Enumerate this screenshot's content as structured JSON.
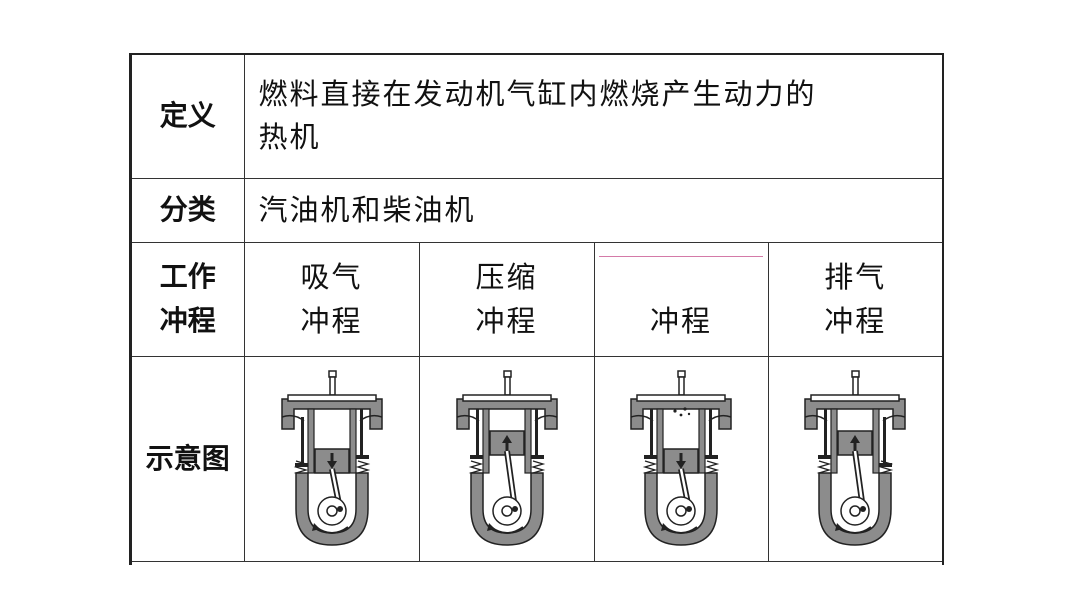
{
  "table": {
    "definition": {
      "header": "定义",
      "line1": "燃料直接在发动机气缸内燃烧产生动力的",
      "line2": "热机"
    },
    "classification": {
      "header": "分类",
      "text": "汽油机和柴油机"
    },
    "strokes": {
      "header_line1": "工作",
      "header_line2": "冲程",
      "items": [
        {
          "line1": "吸气",
          "line2": "冲程"
        },
        {
          "line1": "压缩",
          "line2": "冲程"
        },
        {
          "line1": "",
          "line2": "冲程"
        },
        {
          "line1": "排气",
          "line2": "冲程"
        }
      ]
    },
    "diagram_row": {
      "header": "示意图"
    }
  },
  "colors": {
    "border": "#333333",
    "blank_underline": "#d47aa8",
    "engine_gray": "#8c8c8c"
  },
  "icons": [
    "intake-stroke-engine-icon",
    "compression-stroke-engine-icon",
    "power-stroke-engine-icon",
    "exhaust-stroke-engine-icon"
  ]
}
